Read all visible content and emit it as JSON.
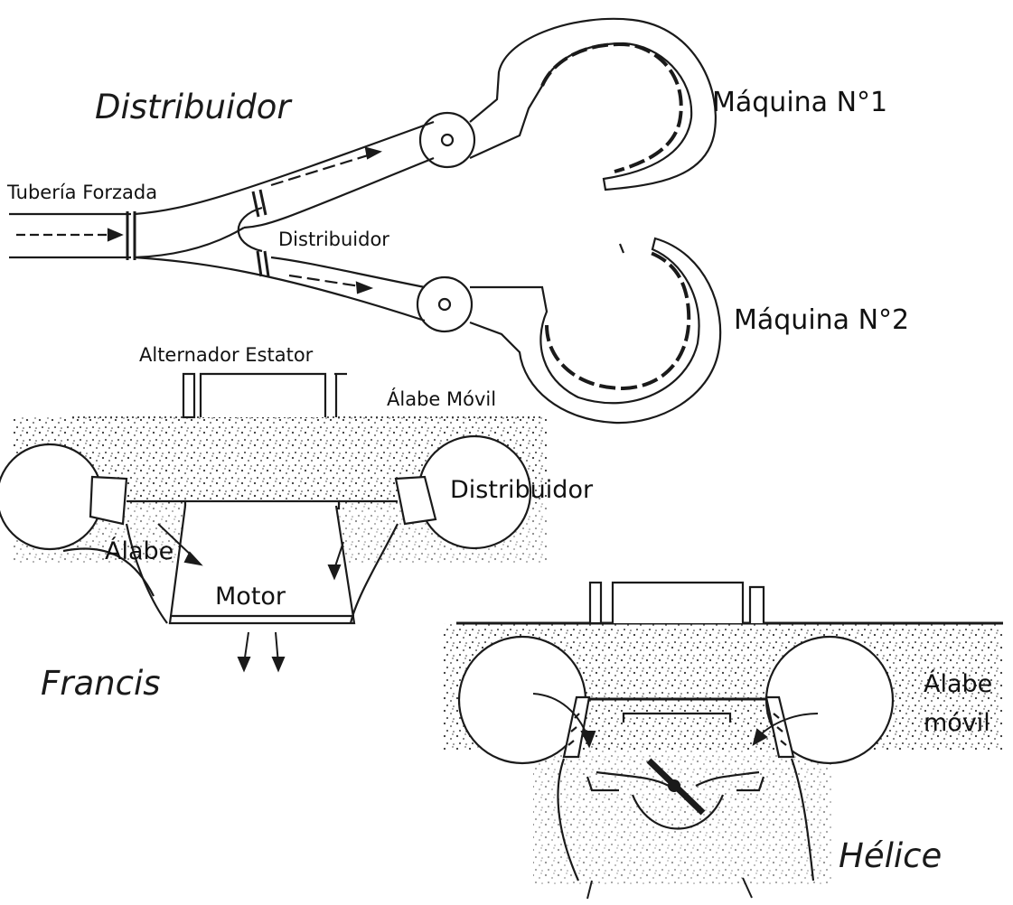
{
  "labels": {
    "distribuidor_title": "Distribuidor",
    "maquina1": "Máquina N°1",
    "maquina2": "Máquina N°2",
    "tuberia": "Tubería Forzada",
    "distribuidor_small": "Distribuidor",
    "alternador_estator": "Alternador Estator",
    "alabe_movil_top": "Álabe Móvil",
    "distribuidor_francis": "Distribuidor",
    "alabe": "Álabe",
    "motor": "Motor",
    "francis": "Francis",
    "alabe_movil_line1": "Álabe",
    "alabe_movil_line2": "móvil",
    "helice": "Hélice"
  },
  "colors": {
    "ink": "#1a1a1a",
    "paper": "#ffffff"
  }
}
